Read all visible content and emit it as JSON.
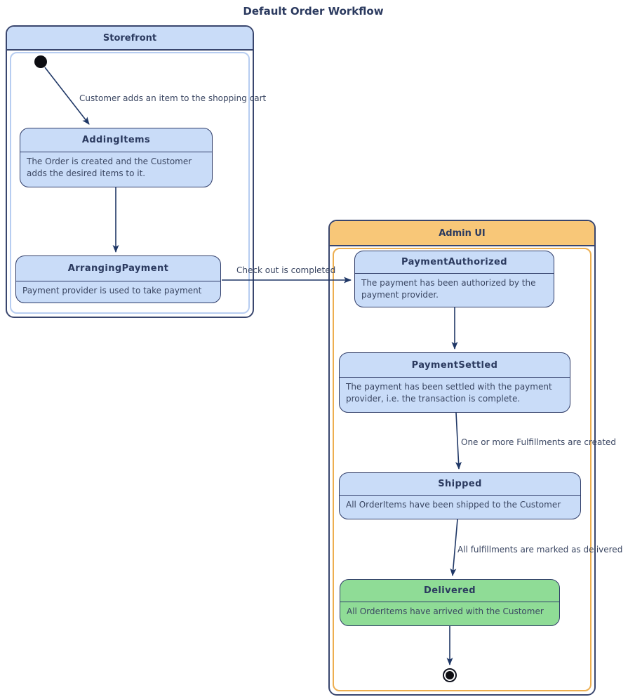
{
  "title": "Default Order Workflow",
  "containers": {
    "storefront": {
      "label": "Storefront"
    },
    "admin_ui": {
      "label": "Admin UI"
    }
  },
  "states": {
    "adding_items": {
      "name": "AddingItems",
      "description": "The Order is created and the Customer adds the desired items to it."
    },
    "arranging_payment": {
      "name": "ArrangingPayment",
      "description": "Payment provider is used to take payment"
    },
    "payment_authorized": {
      "name": "PaymentAuthorized",
      "description": "The payment has been authorized by the payment provider."
    },
    "payment_settled": {
      "name": "PaymentSettled",
      "description": "The payment has been settled with the payment provider, i.e. the transaction is complete."
    },
    "shipped": {
      "name": "Shipped",
      "description": "All OrderItems have been shipped to the Customer"
    },
    "delivered": {
      "name": "Delivered",
      "description": "All OrderItems have arrived with the Customer"
    }
  },
  "transitions": {
    "initial_to_adding": "Customer adds an item to the shopping cart",
    "arranging_to_authorized": "Check out is completed",
    "settled_to_shipped": "One or more Fulfillments are created",
    "shipped_to_delivered": "All fulfillments are marked as delivered"
  },
  "colors": {
    "navy_border": "#2f3c68",
    "group_border": "#39466e",
    "arrow": "#1f3766",
    "state_fill": "#c9dcf8",
    "storefront_header_fill": "#c9dcf8",
    "storefront_panel_border": "#b7cdf1",
    "admin_header_fill": "#f8c778",
    "admin_panel_border": "#edae4f",
    "delivered_fill": "#8fdc96",
    "title_text": "#2b3a5f",
    "body_text": "#3a4662"
  }
}
